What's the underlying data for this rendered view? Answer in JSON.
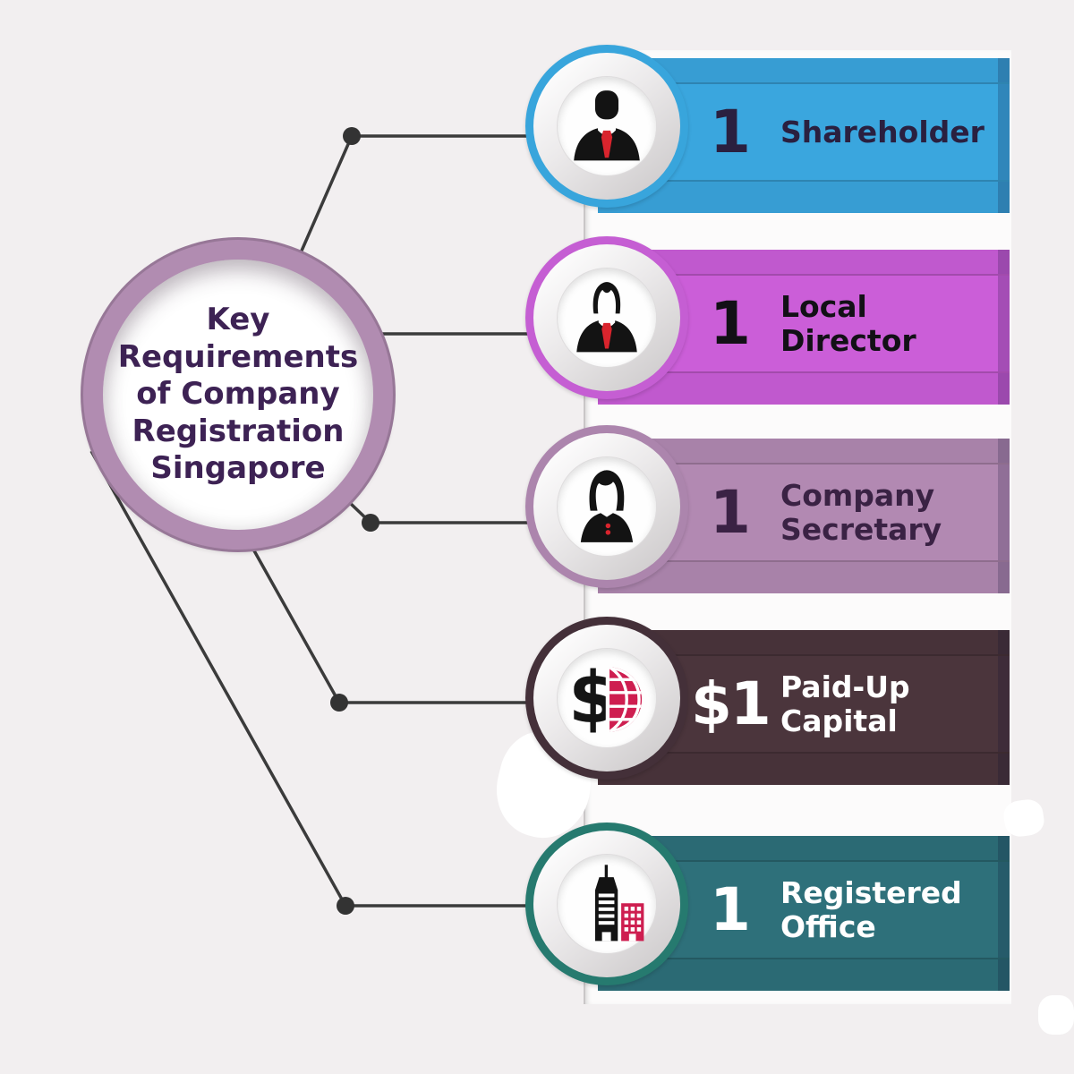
{
  "page": {
    "background": "#f2eff0",
    "panel_color": "#fcfbfb",
    "connector_color": "#3b3b3b"
  },
  "center": {
    "title_lines": [
      "Key",
      "Requirements",
      "of Company",
      "Registration",
      "Singapore"
    ],
    "ring_color": "#b18cb1",
    "text_color": "#3d2254"
  },
  "items": [
    {
      "number": "1",
      "label_lines": [
        "Shareholder"
      ],
      "bar_color": "#3aa6de",
      "ring_color": "#38a5dc",
      "text_color": "#2a2040",
      "icon": "businessman-icon"
    },
    {
      "number": "1",
      "label_lines": [
        "Local Director"
      ],
      "bar_color": "#cb5ed8",
      "ring_color": "#c55ed3",
      "text_color": "#121016",
      "icon": "director-icon"
    },
    {
      "number": "1",
      "label_lines": [
        "Company",
        "Secretary"
      ],
      "bar_color": "#b289b2",
      "ring_color": "#ac85ad",
      "text_color": "#3a2244",
      "icon": "secretary-icon"
    },
    {
      "number": "$1",
      "label_lines": [
        "Paid-Up",
        "Capital"
      ],
      "bar_color": "#4b353c",
      "ring_color": "#443039",
      "text_color": "#ffffff",
      "icon": "dollar-globe-icon"
    },
    {
      "number": "1",
      "label_lines": [
        "Registered",
        "Office"
      ],
      "bar_color": "#2e707a",
      "ring_color": "#267a6f",
      "text_color": "#ffffff",
      "icon": "buildings-icon"
    }
  ]
}
